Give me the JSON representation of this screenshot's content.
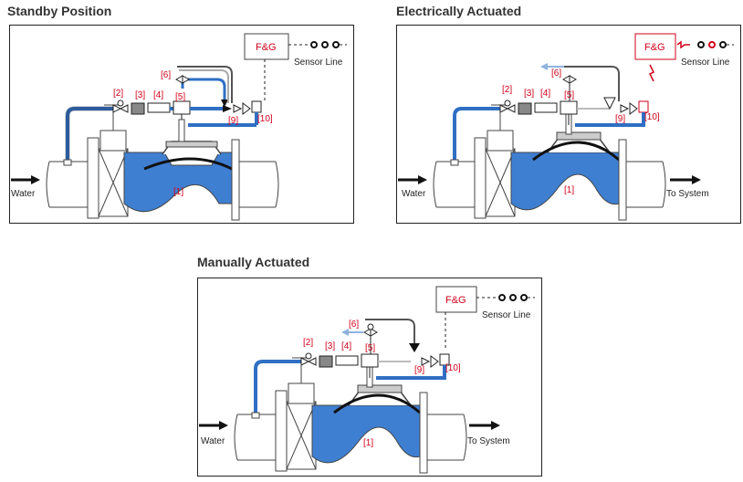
{
  "panels": {
    "standby": {
      "title": "Standby Position",
      "fg": "F&G",
      "sensor_line": "Sensor Line",
      "water": "Water",
      "to_system": "",
      "labels": [
        "[1]",
        "[2]",
        "[3]",
        "[4]",
        "[5]",
        "[6]",
        "[9]",
        "[10]"
      ]
    },
    "electric": {
      "title": "Electrically Actuated",
      "fg": "F&G",
      "sensor_line": "Sensor Line",
      "water": "Water",
      "to_system": "To System",
      "labels": [
        "[1]",
        "[2]",
        "[3]",
        "[4]",
        "[5]",
        "[6]",
        "[9]",
        "[10]"
      ]
    },
    "manual": {
      "title": "Manually Actuated",
      "fg": "F&G",
      "sensor_line": "Sensor Line",
      "water": "Water",
      "to_system": "To System",
      "labels": [
        "[1]",
        "[2]",
        "[3]",
        "[4]",
        "[5]",
        "[6]",
        "[9]",
        "[10]"
      ]
    }
  },
  "colors": {
    "water_blue": "#3f7fd1",
    "pipe_blue": "#2f6fc4",
    "label_red": "#d0021b",
    "sensor_red": "#d0021b",
    "outline": "#222222"
  }
}
